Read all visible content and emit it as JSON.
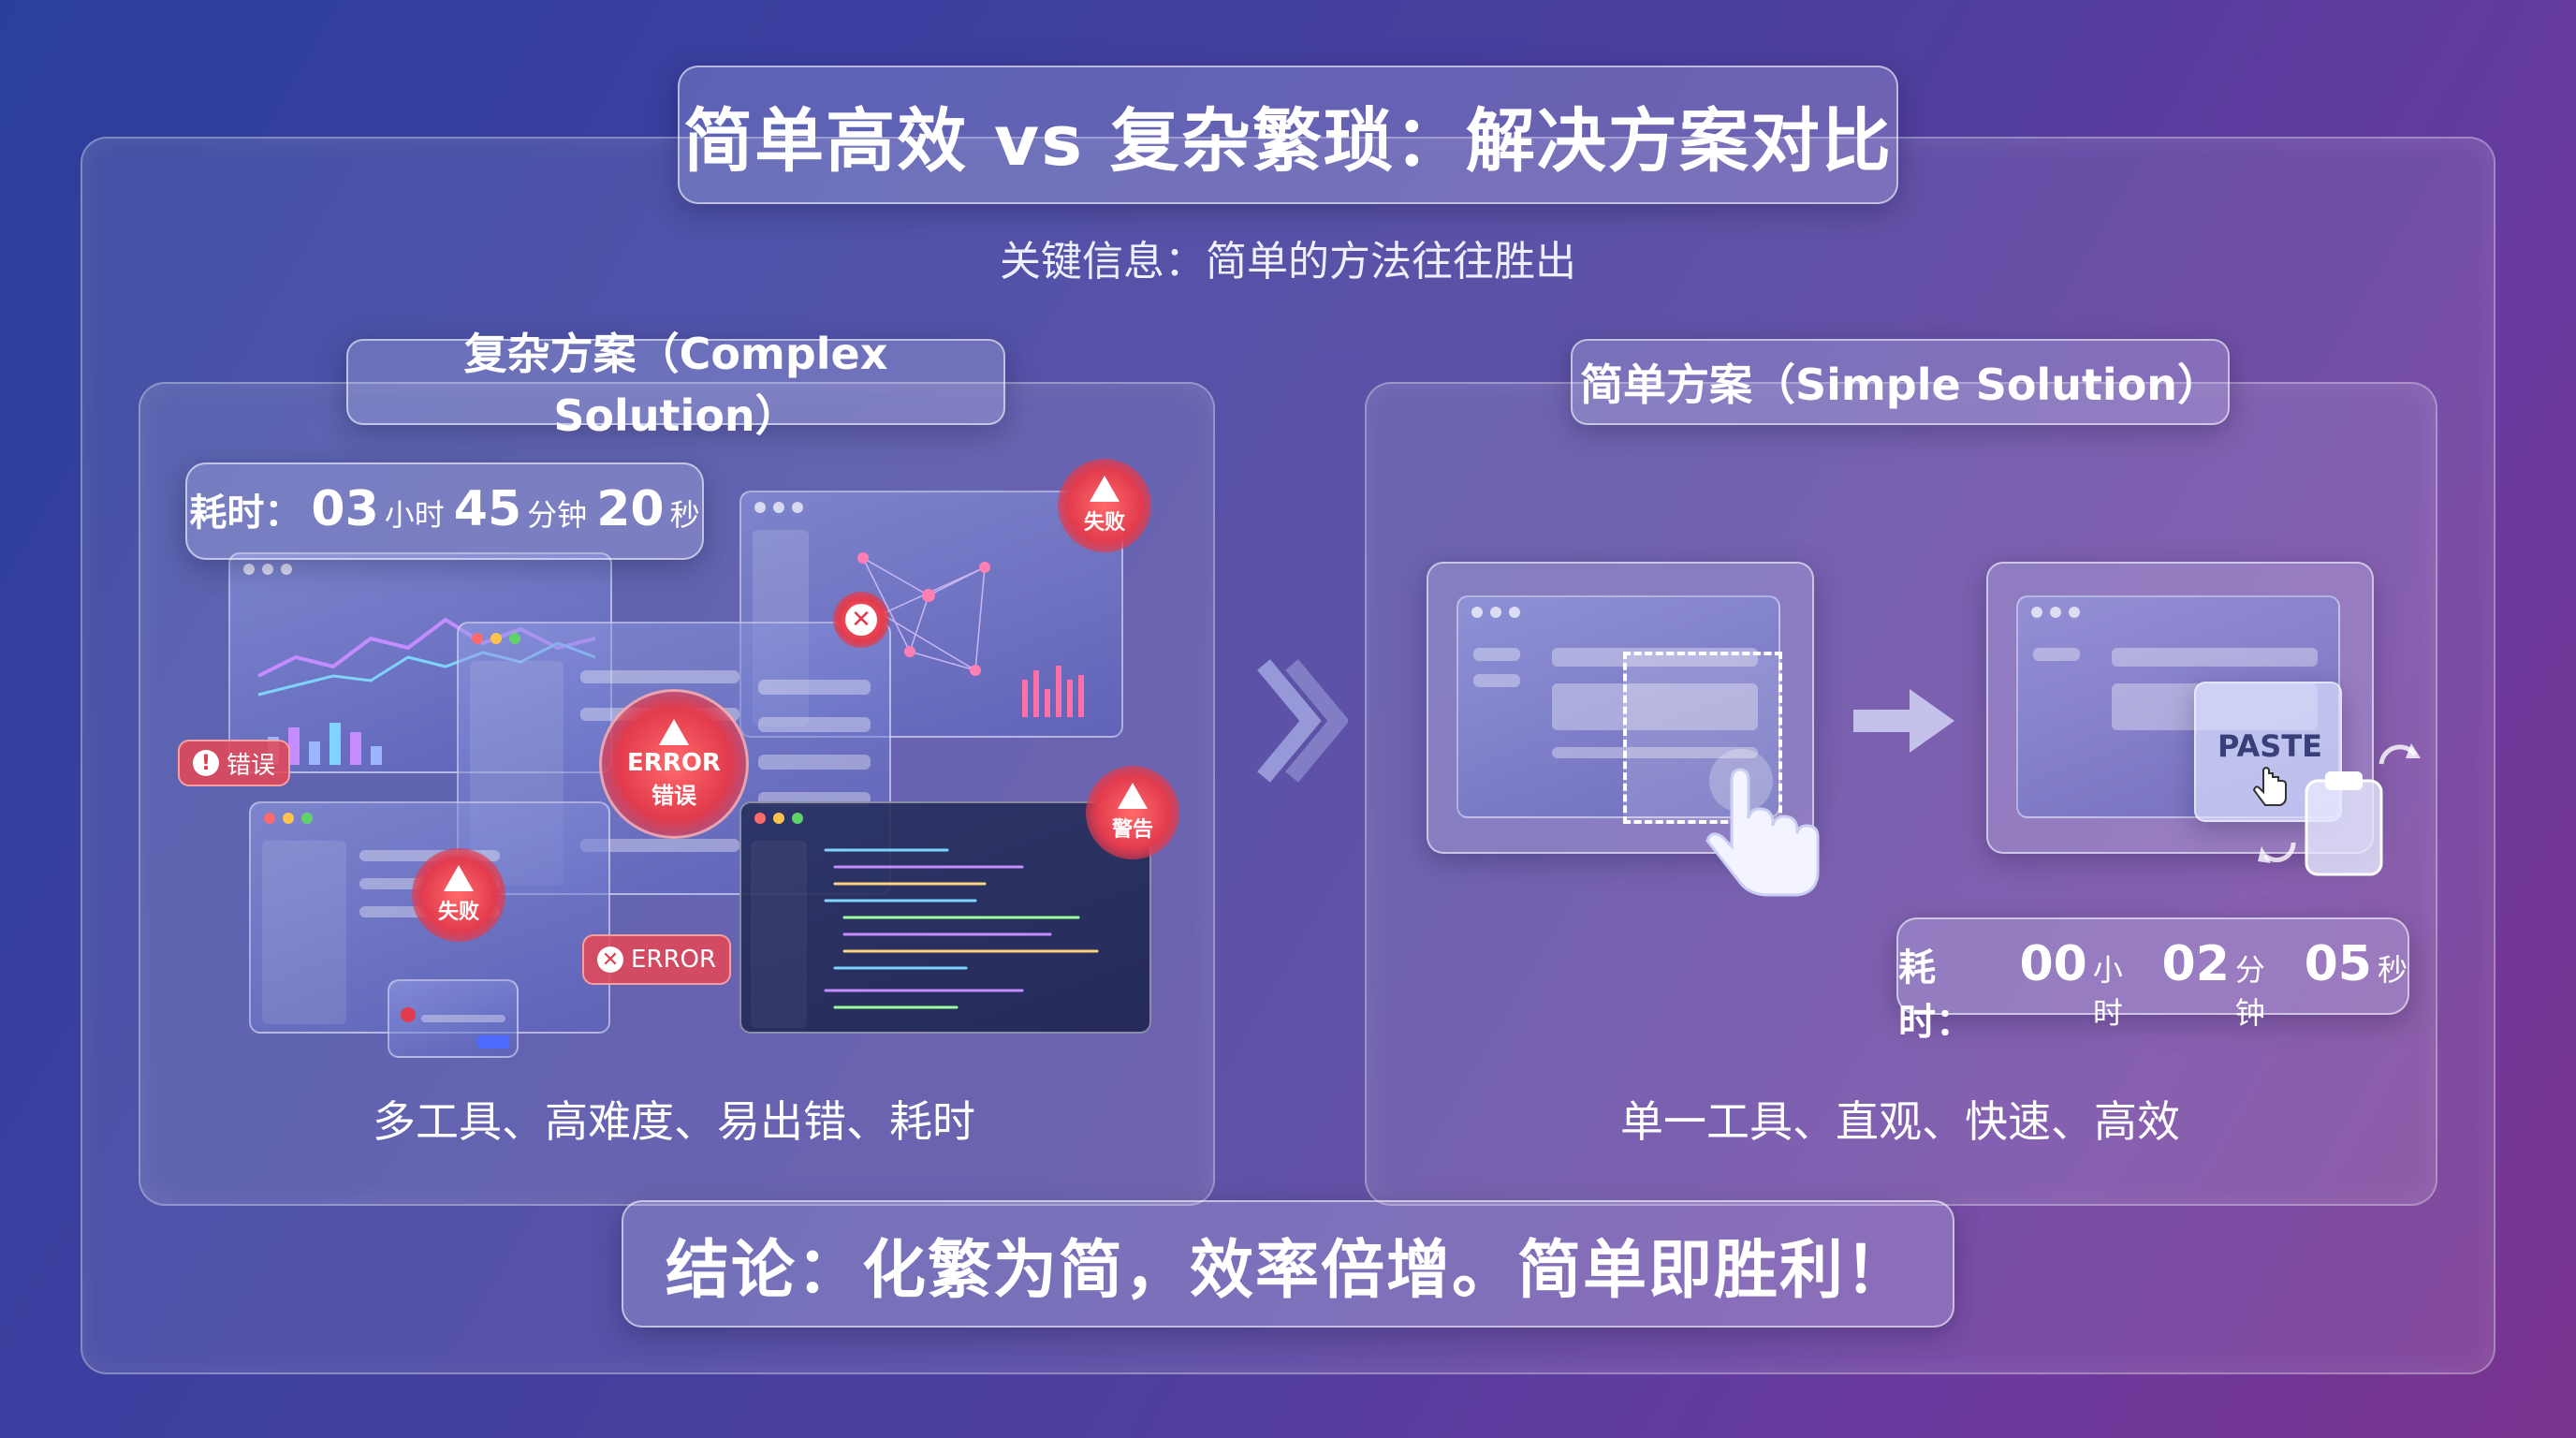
{
  "title": "简单高效 vs 复杂繁琐：解决方案对比",
  "subtitle": "关键信息：简单的方法往往胜出",
  "complex": {
    "heading": "复杂方案（Complex Solution）",
    "time_label": "耗时：",
    "hours": "03",
    "hours_unit": "小时",
    "minutes": "45",
    "minutes_unit": "分钟",
    "seconds": "20",
    "seconds_unit": "秒",
    "badges": {
      "fail1": "失败",
      "fail2": "失败",
      "warning": "警告",
      "error_big_en": "ERROR",
      "error_big_cn": "错误",
      "error_chip_cn": "错误",
      "error_chip_en": "ERROR"
    },
    "caption": "多工具、高难度、易出错、耗时"
  },
  "simple": {
    "heading": "简单方案（Simple Solution）",
    "paste_label": "PASTE",
    "time_label": "耗时：",
    "hours": "00",
    "hours_unit": "小时",
    "minutes": "02",
    "minutes_unit": "分钟",
    "seconds": "05",
    "seconds_unit": "秒",
    "caption": "单一工具、直观、快速、高效"
  },
  "conclusion": "结论：化繁为简，效率倍增。简单即胜利！",
  "colors": {
    "accent_red": "#e23b4d",
    "bg_start": "#2b3f9a",
    "bg_end": "#7a348f"
  },
  "icons": [
    "warning-icon",
    "close-icon",
    "chevron-right-icon",
    "arrow-right-icon",
    "hand-pointer-icon",
    "cursor-hand-icon",
    "clipboard-icon",
    "refresh-arrows-icon"
  ]
}
